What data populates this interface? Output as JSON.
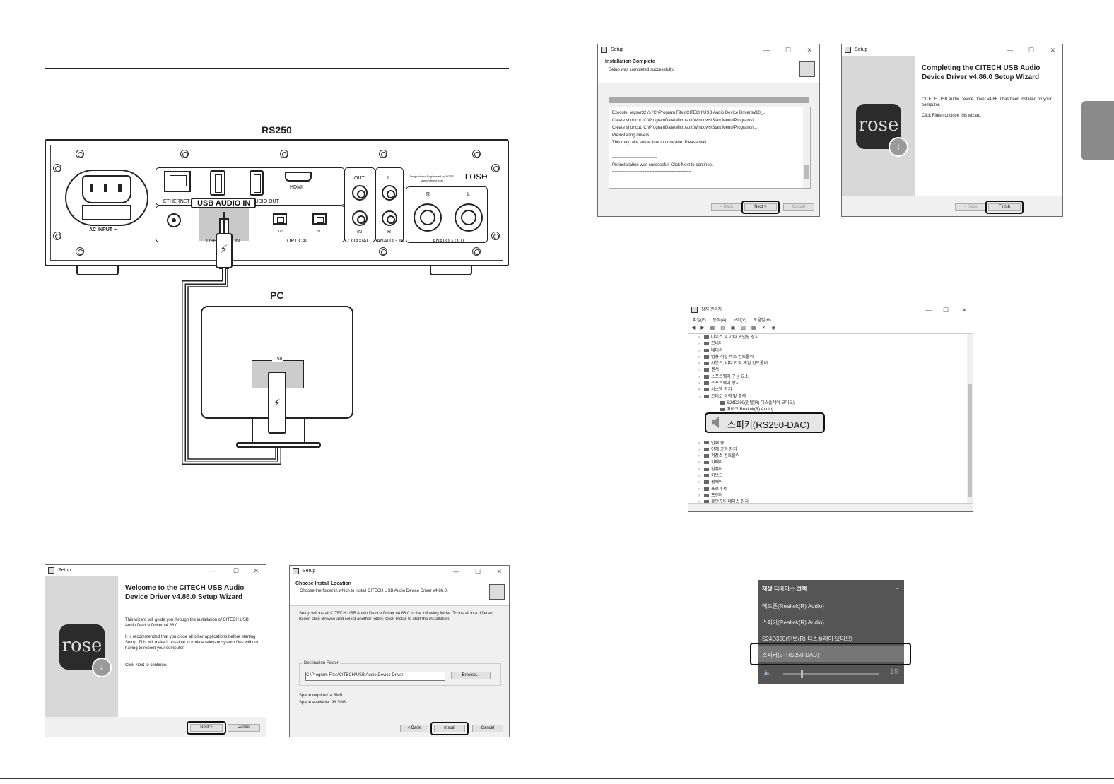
{
  "rs250": {
    "title": "RS250",
    "ports": {
      "ethernet": "ETHERNET",
      "usb_audio_in": "USB AUDIO IN",
      "usb_audio_in_bottom": "USB AUDIO IN",
      "audio_out": "AUDIO OUT",
      "hdmi": "HDMI",
      "optical": "OPTICAL",
      "optical_out": "OUT",
      "optical_in": "IN",
      "coaxial": "COAXIAL",
      "coax_out": "OUT",
      "coax_in": "IN",
      "analog_in": "ANALOG IN",
      "analog_in_l": "L",
      "analog_in_r": "R",
      "analog_out": "ANALOG OUT",
      "analog_out_r": "R",
      "analog_out_l": "L",
      "ac_input": "AC INPUT ~",
      "designed_by": "Designed and Engineered by ROSE",
      "website": "www.hifirose.com",
      "brand": "rose"
    }
  },
  "pc": {
    "title": "PC",
    "usb_label": "USB"
  },
  "welcome_window": {
    "title": "Setup",
    "heading": "Welcome to the CITECH USB Audio Device Driver v4.86.0 Setup Wizard",
    "para1": "This wizard will guide you through the installation of CITECH USB Audio Device Driver v4.86.0.",
    "para2": "It is recommended that you close all other applications before starting Setup. This will make it possible to update relevant system files without having to reboot your computer.",
    "para3": "Click Next to continue.",
    "next": "Next >",
    "cancel": "Cancel",
    "logo": "rose"
  },
  "location_window": {
    "title": "Setup",
    "heading": "Choose Install Location",
    "subheading": "Choose the folder in which to install CITECH USB Audio Device Driver v4.86.0.",
    "para": "Setup will install CITECH USB Audio Device Driver v4.86.0 in the following folder. To install in a different folder, click Browse and select another folder. Click Install to start the installation.",
    "group_label": "Destination Folder",
    "path": "C:\\Program Files\\CITECH\\USB Audio Device Driver",
    "browse": "Browse...",
    "space_required": "Space required: 4.8MB",
    "space_available": "Space available: 93.3GB",
    "back": "< Back",
    "install": "Install",
    "cancel": "Cancel"
  },
  "complete_window": {
    "title": "Setup",
    "heading": "Installation Complete",
    "subheading": "Setup was completed successfully.",
    "log": [
      "Execute: regsvr32 /s \"C:\\Program Files\\CITECH\\USB Audio Device Driver\\W10_...",
      "Create shortcut: C:\\ProgramData\\Microsoft\\Windows\\Start Menu\\Programs\\...",
      "Create shortcut: C:\\ProgramData\\Microsoft\\Windows\\Start Menu\\Programs\\...",
      "Preinstalling drivers.",
      "This may take some time to complete. Please wait ...",
      "",
      "--------------------------------",
      "Preinstallation was successful. Click Next to continue.",
      "================================"
    ],
    "back": "< Back",
    "next": "Next >",
    "cancel": "Cancel"
  },
  "finish_window": {
    "title": "Setup",
    "heading": "Completing the CITECH USB Audio Device Driver v4.86.0 Setup Wizard",
    "para1": "CITECH USB Audio Device Driver v4.86.0 has been installed on your computer.",
    "para2": "Click Finish to close this wizard.",
    "back": "< Back",
    "finish": "Finish",
    "logo": "rose"
  },
  "device_manager": {
    "title": "장치 관리자",
    "menu": [
      "파일(F)",
      "동작(A)",
      "보기(V)",
      "도움말(H)"
    ],
    "tree": [
      {
        "label": "마우스 및 기타 포인팅 장치",
        "indent": 0
      },
      {
        "label": "모니터",
        "indent": 0
      },
      {
        "label": "배터리",
        "indent": 0
      },
      {
        "label": "범용 직렬 버스 컨트롤러",
        "indent": 0
      },
      {
        "label": "사운드, 비디오 및 게임 컨트롤러",
        "indent": 0
      },
      {
        "label": "센서",
        "indent": 0
      },
      {
        "label": "소프트웨어 구성 요소",
        "indent": 0
      },
      {
        "label": "소프트웨어 장치",
        "indent": 0
      },
      {
        "label": "시스템 장치",
        "indent": 0
      },
      {
        "label": "오디오 입력 및 출력",
        "indent": 0,
        "expanded": true
      },
      {
        "label": "S24D390(인텔(R) 디스플레이 오디오)",
        "indent": 1
      },
      {
        "label": "마이크(Realtek(R) Audio)",
        "indent": 1
      }
    ],
    "tree_after": [
      "인쇄 큐",
      "인체 공학 장치",
      "저장소 컨트롤러",
      "카메라",
      "컴퓨터",
      "키보드",
      "펌웨어",
      "프로세서",
      "프린터",
      "휴먼 인터페이스 장치"
    ],
    "highlight": "스피커(RS250-DAC)"
  },
  "playback_menu": {
    "header": "재생 디바이스 선택",
    "items": [
      "헤드폰(Realtek(R) Audio)",
      "스피커(Realtek(R) Audio)",
      "S24D390(인텔(R) 디스플레이 오디오)",
      "스피커(2- RS250-DAC)"
    ],
    "volume": "19"
  }
}
